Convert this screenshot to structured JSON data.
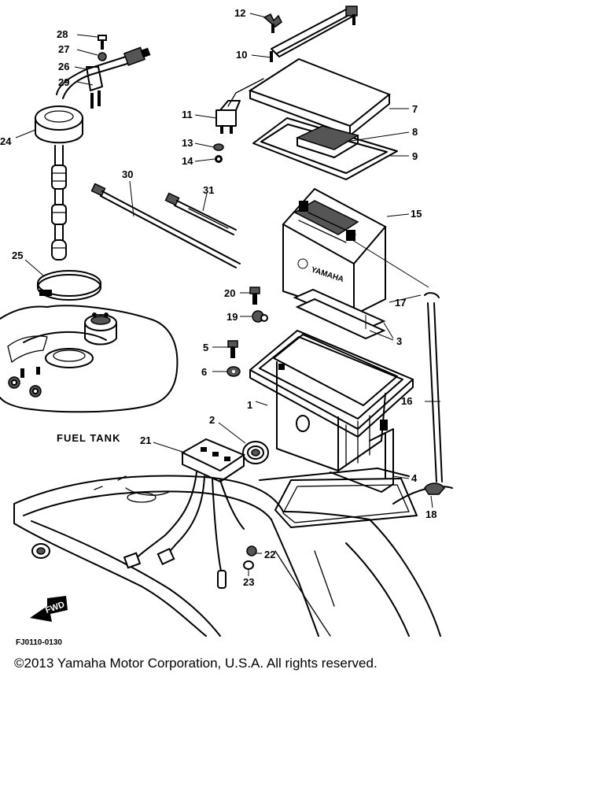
{
  "diagram": {
    "part_numbers": [
      "1",
      "2",
      "3",
      "4",
      "5",
      "6",
      "7",
      "8",
      "9",
      "10",
      "11",
      "12",
      "13",
      "14",
      "15",
      "16",
      "17",
      "18",
      "19",
      "20",
      "21",
      "22",
      "23",
      "24",
      "25",
      "26",
      "27",
      "28",
      "29",
      "30",
      "31"
    ],
    "labels": {
      "fuel_tank": "FUEL TANK",
      "drawing_code": "FJ0110-0130",
      "battery_brand": "YAMAHA",
      "forward_arrow": "FWD"
    }
  },
  "footer": {
    "copyright": "©2013 Yamaha Motor Corporation, U.S.A. All rights reserved."
  }
}
